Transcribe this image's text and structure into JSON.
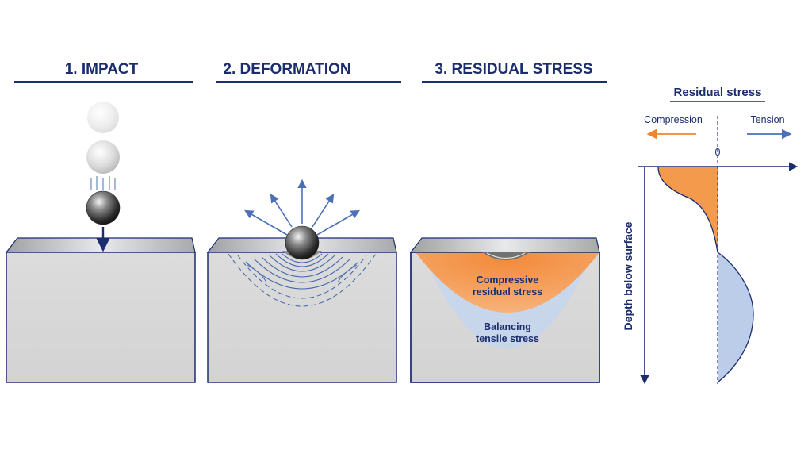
{
  "panels": [
    {
      "title": "1. IMPACT"
    },
    {
      "title": "2. DEFORMATION"
    },
    {
      "title": "3. RESIDUAL STRESS"
    }
  ],
  "zones": {
    "compressive_line1": "Compressive",
    "compressive_line2": "residual stress",
    "tensile_line1": "Balancing",
    "tensile_line2": "tensile stress"
  },
  "profile_chart": {
    "title": "Residual stress",
    "left_label": "Compression",
    "right_label": "Tension",
    "zero_label": "0",
    "depth_label": "Depth below surface"
  },
  "colors": {
    "title_navy": "#1b2d6e",
    "compression_orange": "#f39a4c",
    "tension_blue": "#b9cbe8",
    "arrow_blue": "#4a70b8",
    "block_grey": "#d9d9d9"
  },
  "chart_data": {
    "type": "area",
    "title": "Residual stress",
    "xlabel": "",
    "ylabel": "Depth below surface",
    "series": [
      {
        "name": "Compression",
        "values": []
      },
      {
        "name": "Tension",
        "values": []
      }
    ],
    "legend": "top",
    "grid": false
  }
}
